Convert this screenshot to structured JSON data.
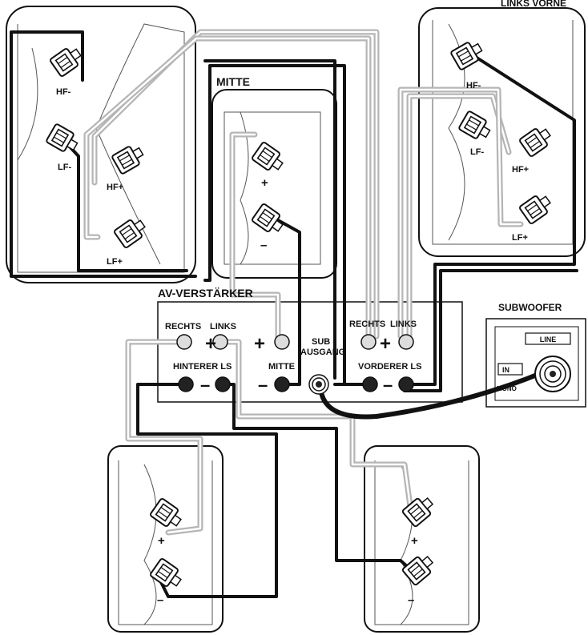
{
  "labels": {
    "top_right_caption": "LINKS VORNE",
    "center_title": "MITTE",
    "amp_title": "AV-VERSTÄRKER",
    "subwoofer_title": "SUBWOOFER",
    "rechts_rear": "RECHTS",
    "links_rear": "LINKS",
    "hinterer_ls": "HINTERER LS",
    "mitte_term": "MITTE",
    "sub": "SUB",
    "ausgang": "AUSGANG",
    "rechts_front": "RECHTS",
    "links_front": "LINKS",
    "vorderer_ls": "VORDERER LS",
    "line": "LINE",
    "in": "IN",
    "mono": "MONO"
  },
  "terminals": {
    "hf_minus": "HF-",
    "hf_plus": "HF+",
    "lf_minus": "LF-",
    "lf_plus": "LF+",
    "plus": "+",
    "minus": "–"
  },
  "colors": {
    "ink": "#111111",
    "grey_wire": "#b5b5b5",
    "light_terminal": "#dddddd",
    "dark_terminal": "#222222"
  }
}
